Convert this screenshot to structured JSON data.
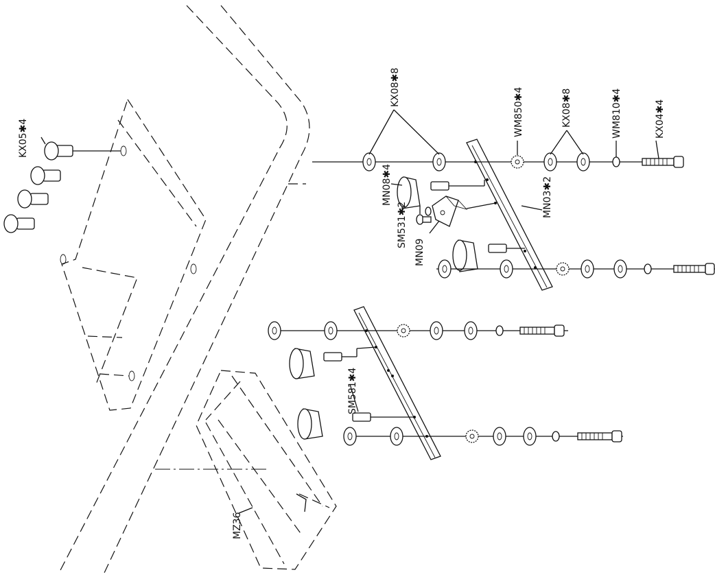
{
  "labels": {
    "kx05": "KX05✱4",
    "kx08_top": "KX08✱8",
    "mn08": "MN08✱4",
    "wm850": "WM850✱4",
    "kx08_right": "KX08✱8",
    "wm810": "WM810✱4",
    "kx04": "KX04✱4",
    "mn03": "MN03✱2",
    "sm531": "SM531✱2",
    "mn09": "MN09",
    "sm581": "SM581✱4",
    "mz36": "MZ36"
  }
}
